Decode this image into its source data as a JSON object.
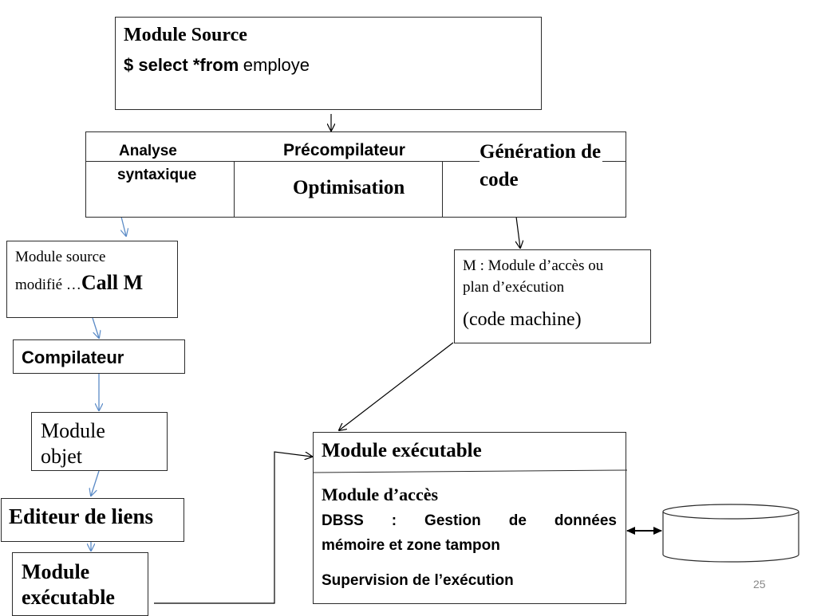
{
  "source": {
    "title": "Module Source",
    "cmd_part1": "$ select *from",
    "cmd_part2": "employe"
  },
  "precompiler": {
    "analyse_line1": "Analyse",
    "analyse_line2": "syntaxique",
    "title": "Précompilateur",
    "optimisation": "Optimisation",
    "generation_line1": "Génération de",
    "generation_line2": "code"
  },
  "modified_source": {
    "line1": "Module source",
    "line2": "modifié …",
    "call": "Call M"
  },
  "compiler": {
    "label": "Compilateur"
  },
  "object_module": {
    "line1": "Module",
    "line2": "objet"
  },
  "linker": {
    "label": "Editeur de liens"
  },
  "executable_left": {
    "line1": "Module",
    "line2": "exécutable"
  },
  "access_module": {
    "line1": "M : Module d’accès ou",
    "line2": "plan d’exécution",
    "line3": "(code machine)"
  },
  "executable_main": {
    "title": "Module exécutable",
    "sub_title": "Module d’accès",
    "dbss_line1": "DBSS : Gestion de données",
    "dbss_line2": "mémoire et zone tampon",
    "supervision": "Supervision de l’exécution"
  },
  "page_number": "25",
  "colors": {
    "blue_arrow": "#5a8ac6",
    "black": "#000000"
  }
}
